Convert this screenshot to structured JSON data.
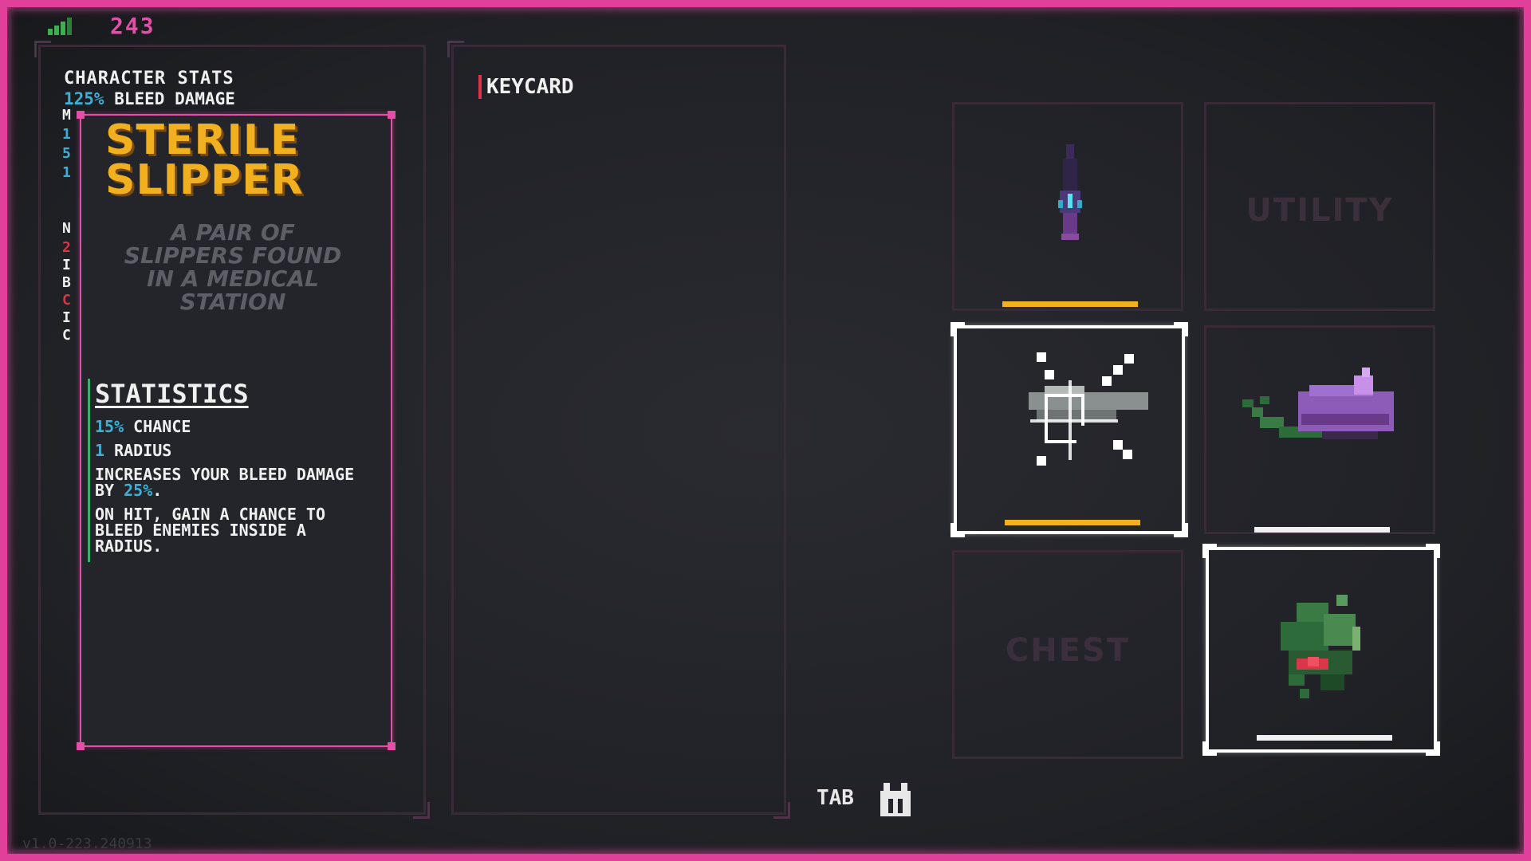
{
  "hud": {
    "currency": "243",
    "signal_icon": "signal-bars-icon"
  },
  "character_stats": {
    "header": "CHARACTER STATS",
    "bleed_value": "125%",
    "bleed_label": "BLEED DAMAGE"
  },
  "item": {
    "title": "STERILE SLIPPER",
    "description": "A PAIR OF SLIPPERS FOUND IN A MEDICAL STATION",
    "statistics_title": "STATISTICS",
    "chance_value": "15%",
    "chance_label": "CHANCE",
    "radius_value": "1",
    "radius_label": "RADIUS",
    "effect1_prefix": "INCREASES YOUR BLEED DAMAGE BY",
    "effect1_value": "25%",
    "effect1_suffix": ".",
    "effect2": "ON HIT, GAIN A CHANCE TO BLEED ENEMIES INSIDE A RADIUS."
  },
  "keys": {
    "keycard_label": "KEYCARD"
  },
  "equipment": {
    "utility_label": "UTILITY",
    "chest_label": "CHEST",
    "slots": [
      {
        "name": "weapon-slot",
        "icon": "dagger-icon"
      },
      {
        "name": "utility-slot",
        "icon": ""
      },
      {
        "name": "gun-slot",
        "icon": "crosshair-gun-icon"
      },
      {
        "name": "slipper-slot",
        "icon": "slipper-icon"
      },
      {
        "name": "chest-slot",
        "icon": ""
      },
      {
        "name": "herb-slot",
        "icon": "herb-icon"
      }
    ]
  },
  "footer": {
    "tab_label": "TAB",
    "tab_icon": "backpack-icon",
    "version": "v1.0-223.240913"
  },
  "colors": {
    "accent": "#e24fa6",
    "title": "#f0b020",
    "stat_value": "#3db0d6",
    "bar_yellow": "#f0b020"
  }
}
